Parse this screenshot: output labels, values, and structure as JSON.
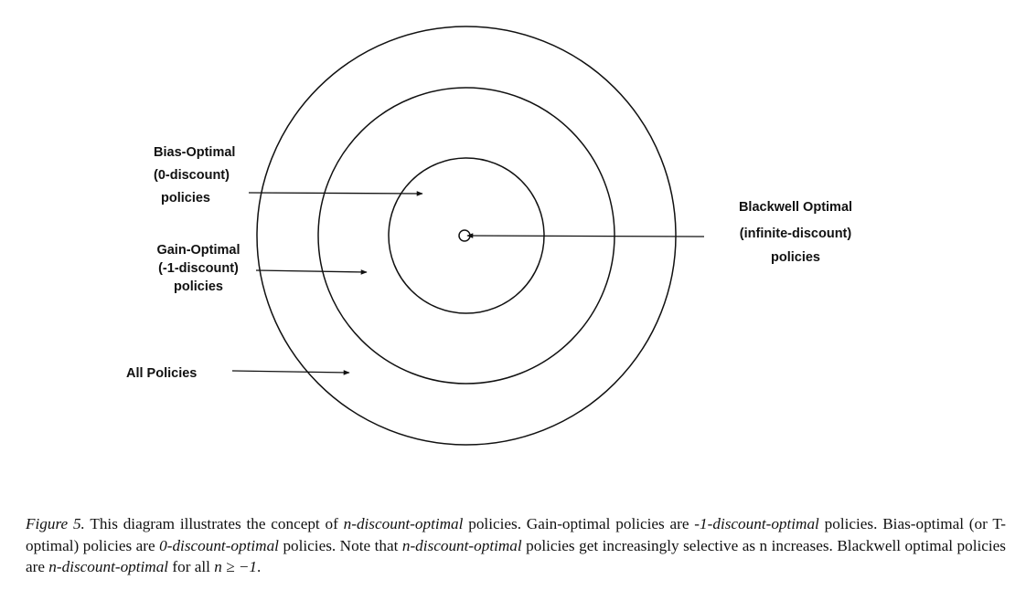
{
  "diagram": {
    "labels": {
      "bias_optimal": [
        "Bias-Optimal",
        "(0-discount)",
        "policies"
      ],
      "gain_optimal": [
        "Gain-Optimal",
        "(-1-discount)",
        "policies"
      ],
      "all_policies": "All Policies",
      "blackwell": [
        "Blackwell Optimal",
        "(infinite-discount)",
        "policies"
      ]
    }
  },
  "caption": {
    "figure_label": "Figure 5.",
    "t1": " This diagram illustrates the concept of ",
    "e1": "n-discount-optimal",
    "t2": " policies. Gain-optimal policies are -",
    "e2": "1-discount-optimal",
    "t3": " policies. Bias-optimal (or T-optimal) policies are ",
    "e3": "0-discount-optimal",
    "t4": " policies. Note that ",
    "e4": "n-discount-optimal",
    "t5": " policies get increasingly selective as n increases. Blackwell optimal policies are ",
    "e5": "n-discount-optimal",
    "t6": " for all ",
    "math": "n ≥ −1",
    "t7": "."
  }
}
